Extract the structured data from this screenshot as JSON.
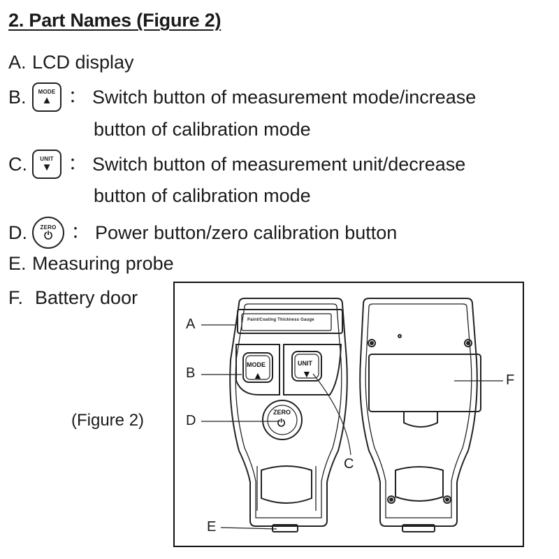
{
  "section": {
    "heading": "2. Part Names (Figure 2)"
  },
  "items": [
    {
      "letter": "A.",
      "text": "LCD display"
    },
    {
      "letter": "B.",
      "key_label": "MODE",
      "key_glyph": "▲",
      "separator": "：",
      "text": "Switch button of measurement mode/increase",
      "continuation": "button of calibration mode"
    },
    {
      "letter": "C.",
      "key_label": "UNIT",
      "key_glyph": "▼",
      "separator": "：",
      "text": "Switch button of measurement unit/decrease",
      "continuation": "button of calibration mode"
    },
    {
      "letter": "D.",
      "key_label": "ZERO",
      "key_glyph": "⏻",
      "separator": "：",
      "text": "Power button/zero calibration button"
    },
    {
      "letter": "E.",
      "text": "Measuring probe"
    },
    {
      "letter": "F.",
      "text": "Battery door"
    }
  ],
  "figure": {
    "caption": "(Figure 2)",
    "lcd_title": "Paint/Coating Thickness Gauge",
    "device_keys": {
      "mode": {
        "label": "MODE",
        "glyph": "▲"
      },
      "unit": {
        "label": "UNIT",
        "glyph": "▼"
      },
      "zero": {
        "label": "ZERO",
        "glyph": "⏻"
      }
    },
    "callouts": {
      "a": "A",
      "b": "B",
      "c": "C",
      "d": "D",
      "e": "E",
      "f": "F"
    }
  }
}
